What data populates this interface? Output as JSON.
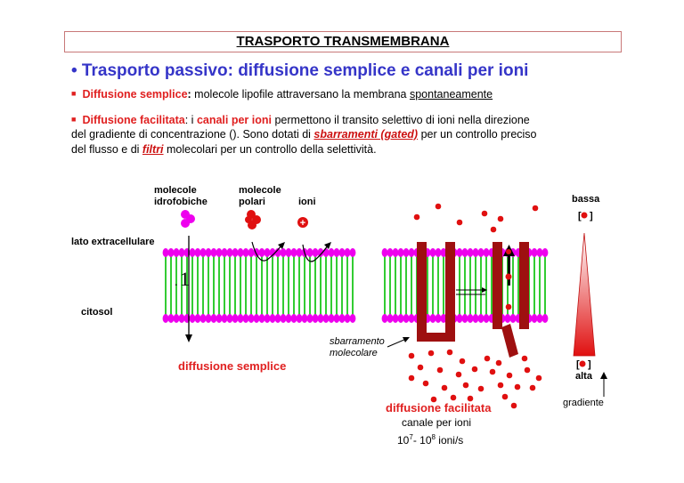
{
  "title": "TRASPORTO TRANSMEMBRANA",
  "heading": "• Trasporto passivo: diffusione semplice e canali per ioni",
  "bullet1": {
    "term": "Diffusione semplice",
    "colon": ":",
    "text": " molecole lipofile attraversano la membrana ",
    "underlined": "spontaneamente"
  },
  "bullet2": {
    "term": "Diffusione facilitata",
    "t1": ": i ",
    "term2": "canali per ioni",
    "t2": " permettono il transito selettivo di ioni nella direzione",
    "line2": "del gradiente di concentrazione (). Sono dotati di ",
    "term3": "sbarramenti (gated)",
    "t3": " per un controllo preciso",
    "line3a": "del flusso e di ",
    "term4": "filtri",
    "line3b": " molecolari per un controllo della selettività."
  },
  "diagram": {
    "mol_hydrophobic_1": "molecole",
    "mol_hydrophobic_2": "idrofobiche",
    "mol_polar_1": "molecole",
    "mol_polar_2": "polari",
    "ions": "ioni",
    "ion_sign": "+",
    "extracellular": "lato extracellulare",
    "cytosol": "citosol",
    "simple_diffusion": "diffusione semplice",
    "gate_1": "sbarramento",
    "gate_2": "molecolare",
    "facilitated": "diffusione facilitata",
    "channel": "canale per ioni",
    "rate_a": "10",
    "rate_exp1": "7",
    "rate_b": "- 10",
    "rate_exp2": "8",
    "rate_c": " ioni/s",
    "low": "bassa",
    "high": "alta",
    "gradient": "gradiente",
    "bracket_open": "[",
    "bracket_close": "]",
    "mark": "1",
    "dot": "."
  },
  "colors": {
    "lipid_head": "#ee00ee",
    "lipid_tail": "#33cc33",
    "ion": "#e01010",
    "channel": "#9e1010",
    "title_border": "#c87878",
    "heading": "#3535c8"
  }
}
